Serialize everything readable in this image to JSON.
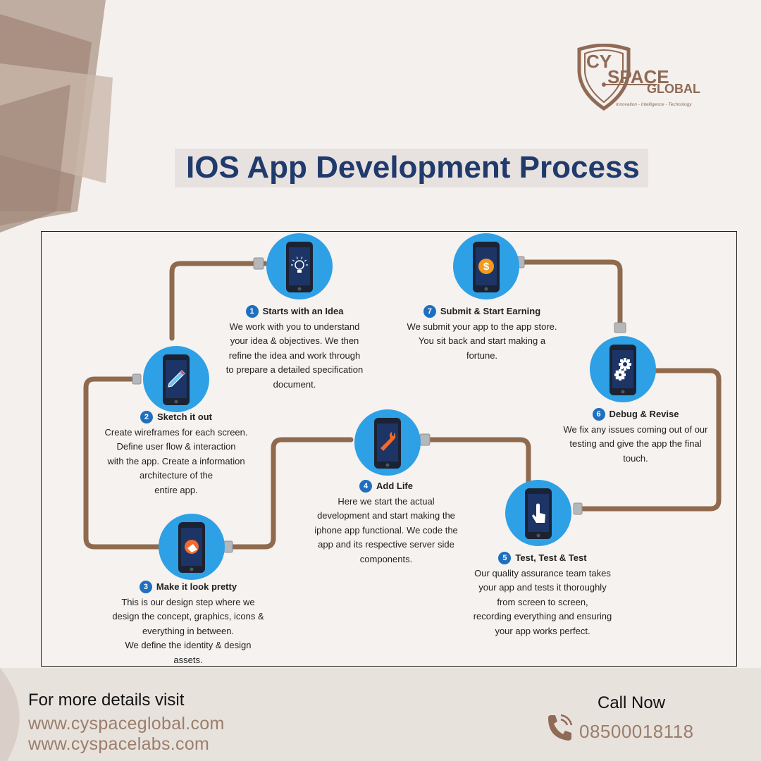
{
  "brand": {
    "line1": "CY",
    "line2": "SPACE",
    "line3": "GLOBAL",
    "tagline": "Innovation - Intelligence - Technology",
    "color": "#8f6a55"
  },
  "title": "IOS App Development Process",
  "colors": {
    "title": "#203a6c",
    "circle": "#2ea0e6",
    "path": "#8f6a4e",
    "number_badge": "#1f6fc0",
    "phone_body": "#1b2233",
    "phone_screen": "#1d3566"
  },
  "steps": [
    {
      "number": "1",
      "title": "Starts with an Idea",
      "icon": "lightbulb-icon",
      "description": "We work with you to understand\nyour idea & objectives. We then\nrefine the idea and work through\nto prepare a detailed specification\ndocument."
    },
    {
      "number": "2",
      "title": "Sketch it out",
      "icon": "pencil-icon",
      "description": "Create wireframes for each screen.\nDefine user flow & interaction\nwith the app. Create a information\narchitecture of the\nentire app."
    },
    {
      "number": "3",
      "title": "Make it look pretty",
      "icon": "paint-palette-icon",
      "description": "This is our design step where we\ndesign the concept, graphics, icons &\neverything in between.\nWe define the identity & design\nassets."
    },
    {
      "number": "4",
      "title": "Add Life",
      "icon": "wrench-icon",
      "description": "Here we start the actual\ndevelopment and start making the\niphone app functional. We code the\napp and its respective server side\ncomponents."
    },
    {
      "number": "5",
      "title": "Test, Test & Test",
      "icon": "touch-hand-icon",
      "description": "Our quality assurance team takes\nyour app and tests it thoroughly\nfrom screen to screen,\nrecording everything and ensuring\nyour app works perfect."
    },
    {
      "number": "6",
      "title": "Debug & Revise",
      "icon": "gears-icon",
      "description": "We fix any issues coming out of our\ntesting and give the app the final\ntouch."
    },
    {
      "number": "7",
      "title": "Submit & Start Earning",
      "icon": "dollar-coin-icon",
      "description": "We submit your app to the app store.\nYou sit back and start making a\nfortune."
    }
  ],
  "footer": {
    "visit_label": "For more details visit",
    "site1": "www.cyspaceglobal.com",
    "site2": "www.cyspacelabs.com",
    "call_label": "Call Now",
    "phone": "08500018118"
  }
}
